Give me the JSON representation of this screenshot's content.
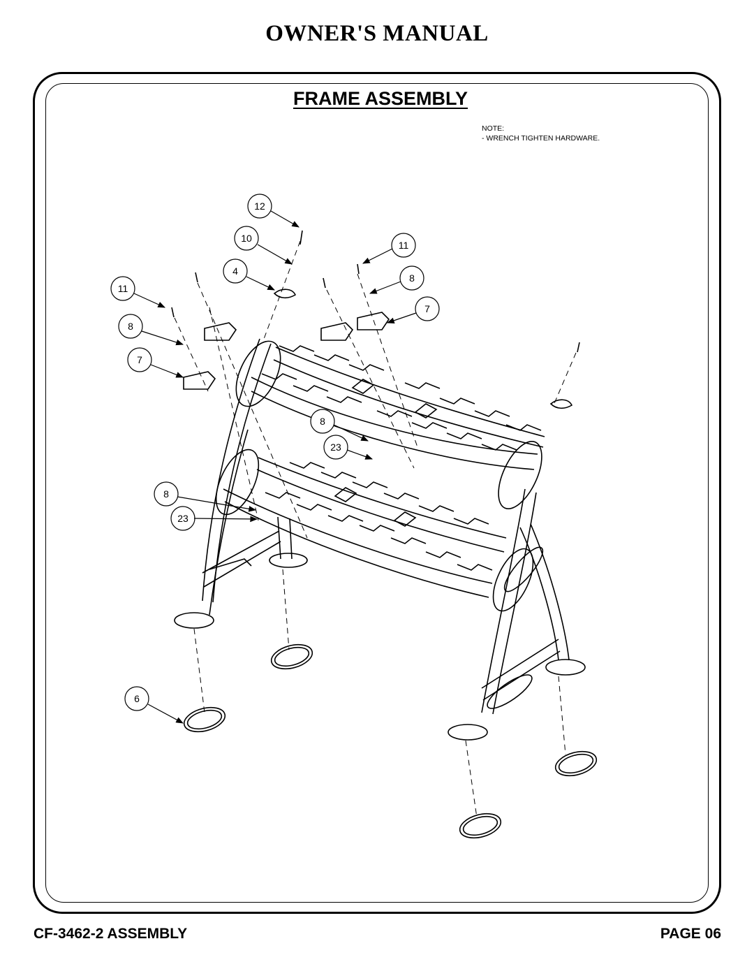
{
  "header": {
    "title": "OWNER'S MANUAL"
  },
  "section": {
    "title": "FRAME ASSEMBLY"
  },
  "note": {
    "label": "NOTE:",
    "text": "-  WRENCH TIGHTEN HARDWARE."
  },
  "callouts": [
    {
      "label": "12"
    },
    {
      "label": "10"
    },
    {
      "label": "4"
    },
    {
      "label": "11"
    },
    {
      "label": "11"
    },
    {
      "label": "8"
    },
    {
      "label": "8"
    },
    {
      "label": "7"
    },
    {
      "label": "7"
    },
    {
      "label": "8"
    },
    {
      "label": "23"
    },
    {
      "label": "8"
    },
    {
      "label": "23"
    },
    {
      "label": "6"
    }
  ],
  "footer": {
    "model": "CF-3462-2 ASSEMBLY",
    "page": "PAGE 06"
  }
}
